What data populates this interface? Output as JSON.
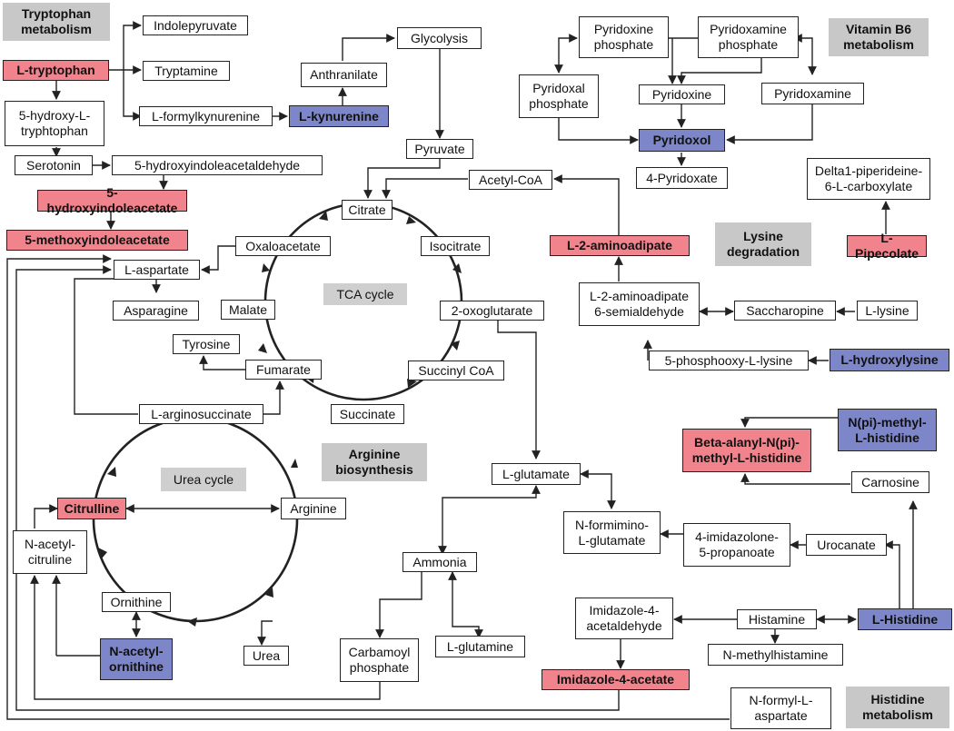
{
  "colors": {
    "upregulated": "#f0838c",
    "downregulated": "#7d86c8",
    "pathway_label": "#c8c8c8",
    "line": "#222222"
  },
  "pathways": {
    "tryptophan": "Tryptophan\nmetabolism",
    "vitamin_b6": "Vitamin B6\nmetabolism",
    "lysine": "Lysine\ndegradation",
    "arginine": "Arginine\nbiosynthesis",
    "histidine": "Histidine\nmetabolism",
    "tca": "TCA cycle",
    "urea": "Urea cycle"
  },
  "nodes": {
    "indolepyruvate": "Indolepyruvate",
    "tryptamine": "Tryptamine",
    "l_tryptophan": "L-tryptophan",
    "hydroxy_tryptophan": "5-hydroxy-L-\ntryphtophan",
    "l_formylkynurenine": "L-formylkynurenine",
    "l_kynurenine": "L-kynurenine",
    "anthranilate": "Anthranilate",
    "glycolysis": "Glycolysis",
    "serotonin": "Serotonin",
    "hiaald": "5-hydroxyindoleacetaldehyde",
    "hiaa": "5-hydroxyindoleacetate",
    "mia": "5-methoxyindoleacetate",
    "pyruvate": "Pyruvate",
    "acetyl_coa": "Acetyl-CoA",
    "citrate": "Citrate",
    "isocitrate": "Isocitrate",
    "oxaloacetate": "Oxaloacetate",
    "oxoglutarate": "2-oxoglutarate",
    "succinyl_coa": "Succinyl CoA",
    "succinate": "Succinate",
    "fumarate": "Fumarate",
    "malate": "Malate",
    "tyrosine": "Tyrosine",
    "l_aspartate": "L-aspartate",
    "asparagine": "Asparagine",
    "l_argininosuccinate": "L-arginosuccinate",
    "citrulline": "Citrulline",
    "arginine": "Arginine",
    "ornithine": "Ornithine",
    "n_acetyl_citruline": "N-acetyl-\ncitruline",
    "n_acetyl_ornithine": "N-acetyl-\nornithine",
    "urea": "Urea",
    "l_glutamate": "L-glutamate",
    "ammonia": "Ammonia",
    "carbamoyl_phosphate": "Carbamoyl\nphosphate",
    "l_glutamine": "L-glutamine",
    "pyridoxine_phosphate": "Pyridoxine\nphosphate",
    "pyridoxamine_phosphate": "Pyridoxamine\nphosphate",
    "pyridoxal_phosphate": "Pyridoxal\nphosphate",
    "pyridoxine": "Pyridoxine",
    "pyridoxamine": "Pyridoxamine",
    "pyridoxol": "Pyridoxol",
    "pyridoxate": "4-Pyridoxate",
    "delta1": "Delta1-piperideine-\n6-L-carboxylate",
    "l_pipecolate": "L-Pipecolate",
    "l_2_aminoadipate": "L-2-aminoadipate",
    "aminoadipate_semialdehyde": "L-2-aminoadipate\n6-semialdehyde",
    "saccharopine": "Saccharopine",
    "l_lysine": "L-lysine",
    "phosphooxy_lysine": "5-phosphooxy-L-lysine",
    "l_hydroxylysine": "L-hydroxylysine",
    "npi_methyl_histidine": "N(pi)-methyl-\nL-histidine",
    "beta_alanyl": "Beta-alanyl-N(pi)-\nmethyl-L-histidine",
    "carnosine": "Carnosine",
    "n_formimino": "N-formimino-\nL-glutamate",
    "imidazolone": "4-imidazolone-\n5-propanoate",
    "urocanate": "Urocanate",
    "l_histidine": "L-Histidine",
    "histamine": "Histamine",
    "imidazole_acetaldehyde": "Imidazole-4-\nacetaldehyde",
    "n_methylhistamine": "N-methylhistamine",
    "imidazole_acetate": "Imidazole-4-acetate",
    "n_formyl_aspartate": "N-formyl-L-\naspartate"
  }
}
